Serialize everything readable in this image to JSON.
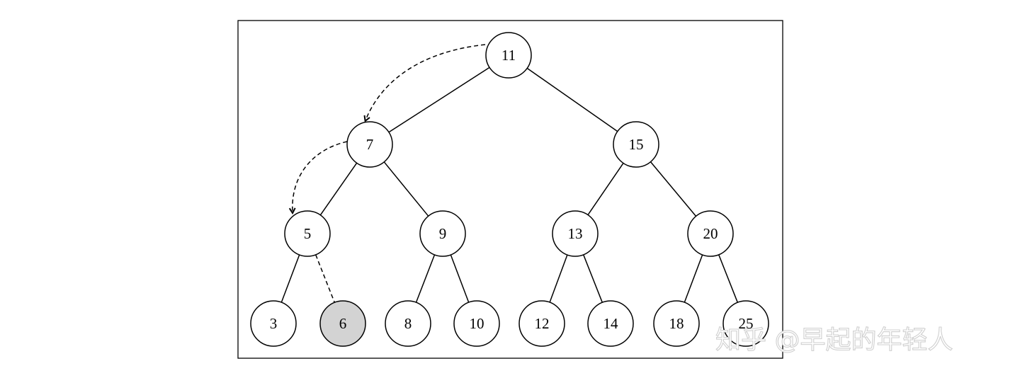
{
  "tree": {
    "nodes": [
      {
        "id": "n11",
        "label": "11",
        "highlighted": false
      },
      {
        "id": "n7",
        "label": "7",
        "highlighted": false
      },
      {
        "id": "n15",
        "label": "15",
        "highlighted": false
      },
      {
        "id": "n5",
        "label": "5",
        "highlighted": false
      },
      {
        "id": "n9",
        "label": "9",
        "highlighted": false
      },
      {
        "id": "n13",
        "label": "13",
        "highlighted": false
      },
      {
        "id": "n20",
        "label": "20",
        "highlighted": false
      },
      {
        "id": "n3",
        "label": "3",
        "highlighted": false
      },
      {
        "id": "n6",
        "label": "6",
        "highlighted": true
      },
      {
        "id": "n8",
        "label": "8",
        "highlighted": false
      },
      {
        "id": "n10",
        "label": "10",
        "highlighted": false
      },
      {
        "id": "n12",
        "label": "12",
        "highlighted": false
      },
      {
        "id": "n14",
        "label": "14",
        "highlighted": false
      },
      {
        "id": "n18",
        "label": "18",
        "highlighted": false
      },
      {
        "id": "n25",
        "label": "25",
        "highlighted": false
      }
    ],
    "edges": [
      {
        "from": "n11",
        "to": "n7",
        "style": "solid"
      },
      {
        "from": "n11",
        "to": "n15",
        "style": "solid"
      },
      {
        "from": "n7",
        "to": "n5",
        "style": "solid"
      },
      {
        "from": "n7",
        "to": "n9",
        "style": "solid"
      },
      {
        "from": "n15",
        "to": "n13",
        "style": "solid"
      },
      {
        "from": "n15",
        "to": "n20",
        "style": "solid"
      },
      {
        "from": "n5",
        "to": "n3",
        "style": "solid"
      },
      {
        "from": "n5",
        "to": "n6",
        "style": "dashed"
      },
      {
        "from": "n9",
        "to": "n8",
        "style": "solid"
      },
      {
        "from": "n9",
        "to": "n10",
        "style": "solid"
      },
      {
        "from": "n13",
        "to": "n12",
        "style": "solid"
      },
      {
        "from": "n13",
        "to": "n14",
        "style": "solid"
      },
      {
        "from": "n20",
        "to": "n18",
        "style": "solid"
      },
      {
        "from": "n20",
        "to": "n25",
        "style": "solid"
      }
    ],
    "search_path_arrows": [
      {
        "from": "n11",
        "to": "n7"
      },
      {
        "from": "n7",
        "to": "n5"
      }
    ]
  },
  "colors": {
    "node_fill": "#ffffff",
    "highlight_fill": "#d3d3d3",
    "stroke": "#000000",
    "frame": "#000000"
  },
  "watermark": {
    "text": "知乎 @早起的年轻人"
  }
}
